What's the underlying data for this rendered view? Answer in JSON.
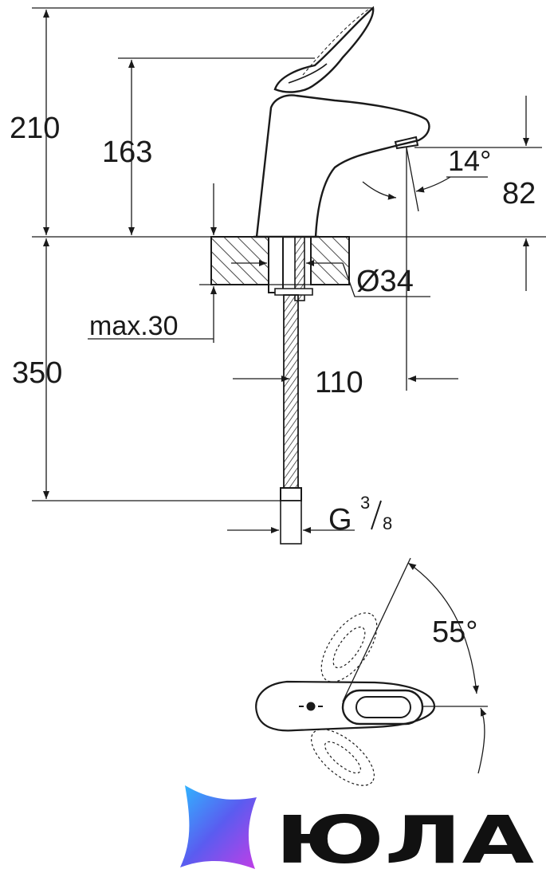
{
  "dimensions": {
    "total_height": "210",
    "spout_height": "163",
    "spout_clearance": "82",
    "spout_angle": "14°",
    "hole_diameter": "Ø34",
    "max_thickness": "max.30",
    "hose_length": "350",
    "spout_reach": "110",
    "connection_thread": "G",
    "connection_num": "3",
    "connection_den": "8",
    "lever_rotation": "55°"
  },
  "brand": {
    "name": "ЮЛА",
    "colors": {
      "logo_gradient": [
        "#2fb8ff",
        "#5a5cf0",
        "#c23ee6"
      ],
      "ink": "#1a1a1a"
    }
  }
}
